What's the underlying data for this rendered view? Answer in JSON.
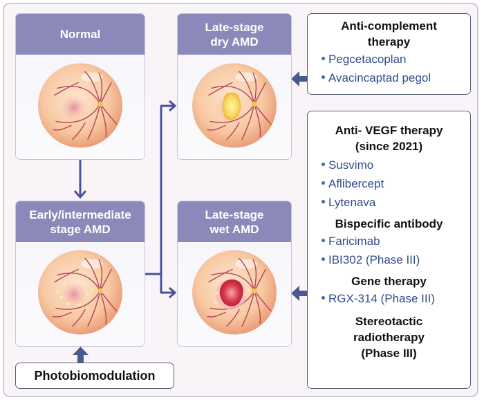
{
  "stages": {
    "normal": {
      "line1": "Normal",
      "line2": ""
    },
    "dry": {
      "line1": "Late-stage",
      "line2": "dry AMD"
    },
    "early": {
      "line1": "Early/intermediate",
      "line2": "stage AMD"
    },
    "wet": {
      "line1": "Late-stage",
      "line2": "wet AMD"
    }
  },
  "anti_complement": {
    "title_line1": "Anti-complement",
    "title_line2": "therapy",
    "items": [
      "Pegcetacoplan",
      "Avacincaptad pegol"
    ]
  },
  "wet_therapies": {
    "anti_vegf": {
      "title_line1": "Anti- VEGF therapy",
      "title_line2": "(since 2021)",
      "items": [
        "Susvimo",
        "Aflibercept",
        "Lytenava"
      ]
    },
    "bispecific": {
      "title": "Bispecific antibody",
      "items": [
        "Faricimab",
        "IBI302 (Phase III)"
      ]
    },
    "gene": {
      "title": "Gene therapy",
      "items": [
        "RGX-314 (Phase III)"
      ]
    },
    "radiotherapy": {
      "line1": "Stereotactic",
      "line2": "radiotherapy",
      "line3": "(Phase III)"
    }
  },
  "photobiomodulation": {
    "label": "Photobiomodulation"
  },
  "colors": {
    "header": "#8b89ba",
    "arrow": "#4b5293",
    "drug_text": "#2f4d8a"
  }
}
